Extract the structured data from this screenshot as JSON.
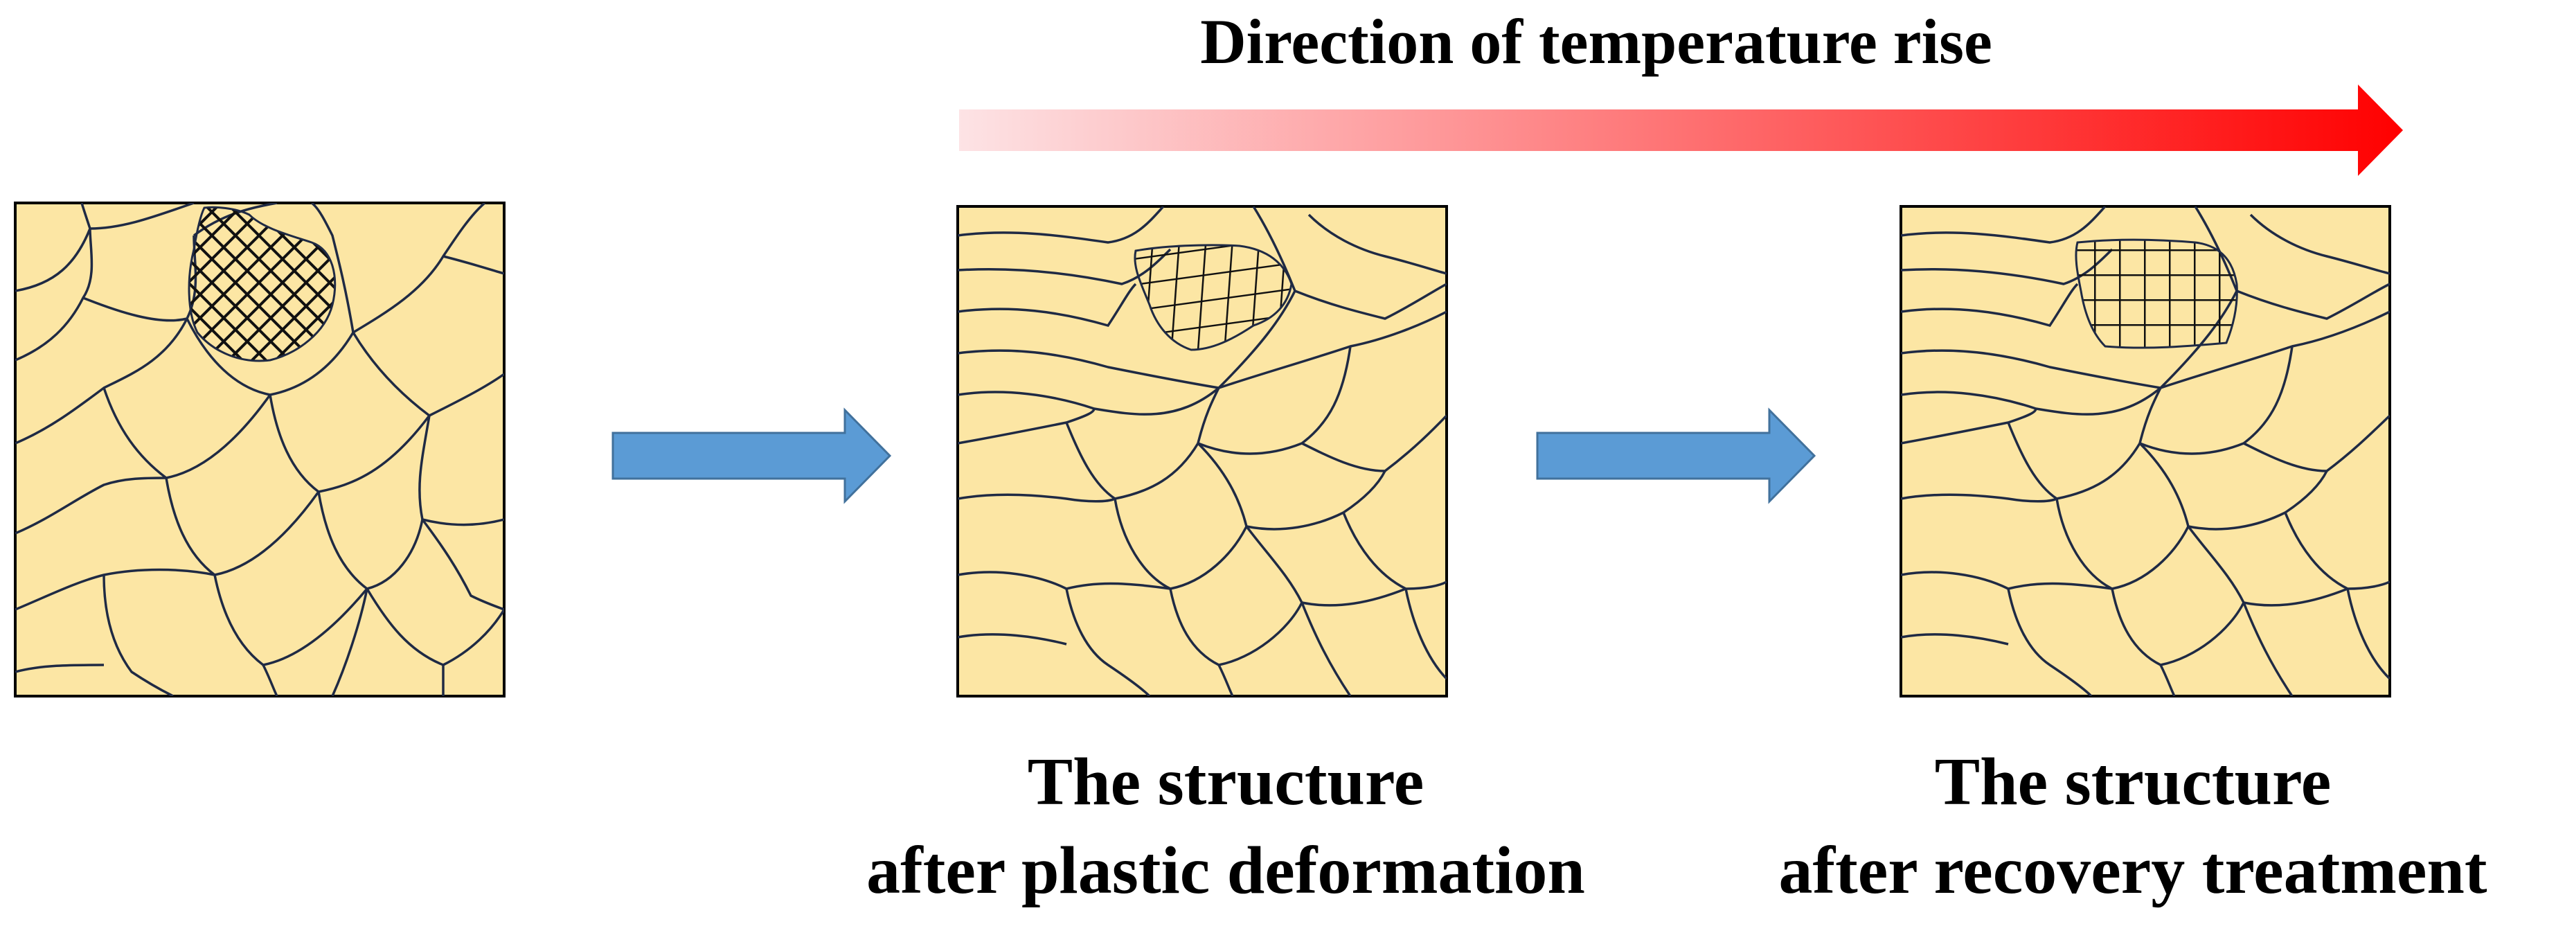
{
  "title": "Direction of temperature rise",
  "captions": {
    "left": {
      "line1": "",
      "line2": ""
    },
    "middle": {
      "line1": "The structure",
      "line2": "after plastic deformation"
    },
    "right": {
      "line1": "The structure",
      "line2": "after recovery treatment"
    }
  },
  "colors": {
    "grain_fill": "#FCE6A4",
    "grain_boundary": "#1F2A44",
    "panel_border": "#000000",
    "process_arrow": "#5B9BD5",
    "process_arrow_border": "#41719C",
    "temperature_arrow_start": "#FDE3E5",
    "temperature_arrow_end": "#FF0000"
  },
  "panels": [
    {
      "name": "initial-structure",
      "hatch": "crosshatch-diagonal"
    },
    {
      "name": "plastic-deformation-structure",
      "hatch": "distorted-grid"
    },
    {
      "name": "recovery-treatment-structure",
      "hatch": "regular-grid"
    }
  ]
}
